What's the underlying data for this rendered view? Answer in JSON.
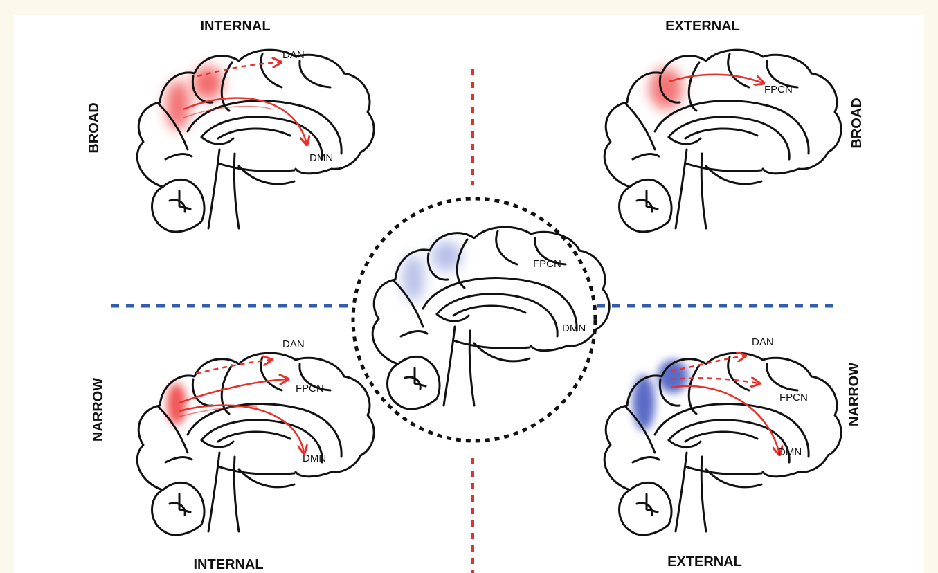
{
  "colors": {
    "background": "#fbf8ec",
    "panel": "#ffffff",
    "red_divider": "#e5302c",
    "blue_divider": "#2f5db0",
    "circle": "#111111",
    "red_arrow": "#e8302c",
    "red_glow": "#ee3a3a",
    "blue_glow": "#3346b8",
    "light_blue_glow": "#7f8dd6"
  },
  "quadrants": {
    "top_left": {
      "focus": "INTERNAL",
      "breadth": "BROAD",
      "net_a": "DAN",
      "net_b": "DMN"
    },
    "top_right": {
      "focus": "EXTERNAL",
      "breadth": "BROAD",
      "net_a": "FPCN"
    },
    "bottom_left": {
      "breadth": "NARROW",
      "net_a": "DAN",
      "net_b": "FPCN",
      "net_c": "DMN",
      "focus": "INTERNAL"
    },
    "bottom_right": {
      "breadth": "NARROW",
      "net_a": "DAN",
      "net_b": "FPCN",
      "net_c": "DMN",
      "focus": "EXTERNAL"
    },
    "center": {
      "net_a": "FPCN",
      "net_b": "DMN"
    }
  }
}
